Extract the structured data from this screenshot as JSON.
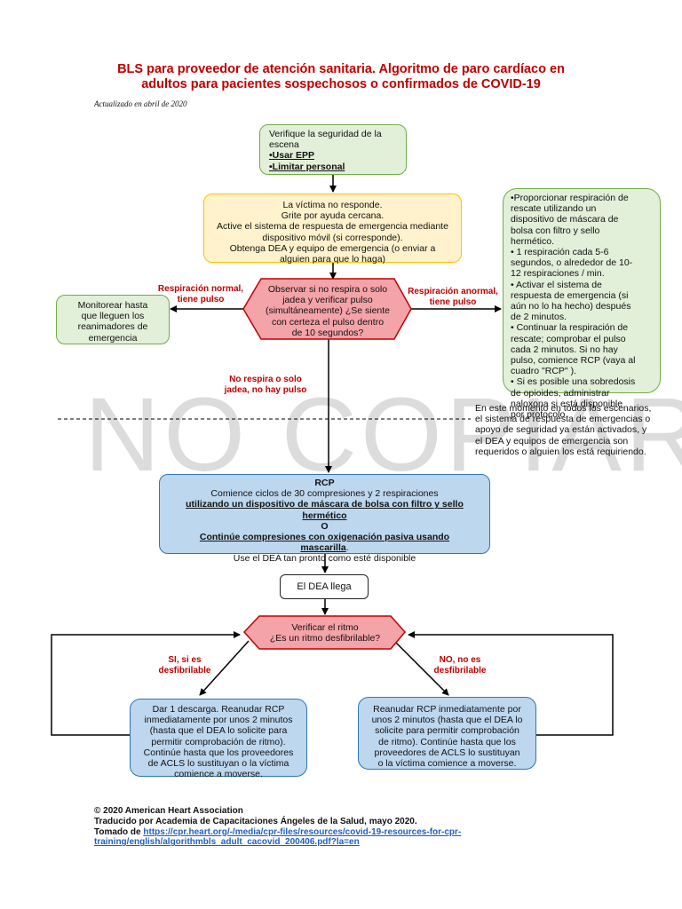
{
  "title": {
    "line1": "BLS para proveedor de atención sanitaria. Algoritmo de paro cardíaco en",
    "line2": "adultos para pacientes sospechosos o confirmados de COVID-19"
  },
  "updated": "Actualizado en abril de 2020",
  "watermark": "NO COPIAR",
  "nodes": {
    "scene_safety": {
      "line1": "Verifique la seguridad de la",
      "line2": "escena",
      "item1": "•Usar EPP",
      "item2": "•Limitar personal"
    },
    "no_response": {
      "line1": "La víctima no responde.",
      "line2": "Grite por ayuda cercana.",
      "line3": "Active el sistema de respuesta de emergencia mediante",
      "line4": "dispositivo móvil (si corresponde).",
      "line5": "Obtenga DEA y equipo de emergencia (o enviar a",
      "line6": "alguien para que lo haga)"
    },
    "check_breathing": {
      "line1": "Observar si no respira o solo",
      "line2": "jadea y verificar pulso",
      "line3": "(simultáneamente) ¿Se siente",
      "line4": "con certeza el pulso dentro",
      "line5": "de 10 segundos?"
    },
    "monitor": {
      "line1": "Monitorear hasta",
      "line2": "que lleguen los",
      "line3": "reanimadores de",
      "line4": "emergencia"
    },
    "rescue_breathing": [
      "•Proporcionar respiración de",
      "rescate utilizando un",
      "dispositivo de máscara de",
      "bolsa con filtro y sello",
      "hermético.",
      "• 1 respiración cada 5-6",
      "segundos, o alrededor de 10-",
      "12 respiraciones / min.",
      "• Activar el sistema de",
      "respuesta de emergencia (si",
      "aún no lo ha hecho) después",
      "de 2 minutos.",
      "• Continuar la respiración de",
      "rescate; comprobar el pulso",
      "cada 2 minutos. Si no hay",
      "pulso, comience RCP (vaya al",
      "cuadro \"RCP\" ).",
      "• Si es posible una sobredosis",
      "de opioides, administrar",
      "naloxona si está disponible",
      "por protocolo"
    ],
    "note": [
      "En este momento en todos los escenarios,",
      "el sistema de respuesta de emergencias o",
      "apoyo de seguridad ya están activados, y",
      "el DEA y equipos de emergencia son",
      "requeridos o alguien los está requiriendo."
    ],
    "rcp": {
      "heading": "RCP",
      "line1": "Comience ciclos de 30 compresiones y 2 respiraciones",
      "line2": "utilizando un dispositivo de máscara de bolsa con filtro y sello",
      "line3": "hermético",
      "line4": "O",
      "line5": "Continúe compresiones con oxigenación pasiva usando",
      "line6": "mascarilla",
      "line6_suffix": ".",
      "line7": "Use el DEA tan pronto como esté disponible"
    },
    "aed_arrives": "El DEA llega",
    "check_rhythm": {
      "line1": "Verificar el ritmo",
      "line2": "¿Es un ritmo desfibrilable?"
    },
    "shockable": {
      "line1": "Dar 1 descarga. Reanudar RCP",
      "line2": "inmediatamente por unos 2 minutos",
      "line3": "(hasta que el DEA lo solicite para",
      "line4": "permitir comprobación de ritmo).",
      "line5": "Continúe hasta que los proveedores",
      "line6": "de ACLS lo sustituyan o la víctima",
      "line7": "comience a moverse."
    },
    "not_shockable": {
      "line1": "Reanudar RCP inmediatamente por",
      "line2": "unos 2 minutos (hasta que el DEA lo",
      "line3": "solicite para permitir comprobación",
      "line4": "de ritmo). Continúe hasta que los",
      "line5": "proveedores de ACLS lo sustituyan",
      "line6": "o la víctima comience a moverse."
    }
  },
  "labels": {
    "normal_breathing": {
      "line1": "Respiración normal,",
      "line2": "tiene pulso"
    },
    "abnormal_breathing": {
      "line1": "Respiración anormal,",
      "line2": "tiene pulso"
    },
    "no_breathing": {
      "line1": "No respira o solo",
      "line2": "jadea, no hay pulso"
    },
    "yes_shockable": {
      "line1": "SI, si es",
      "line2": "desfibrilable"
    },
    "no_shockable": {
      "line1": "NO, no es",
      "line2": "desfibrilable"
    }
  },
  "footer": {
    "copyright": "© 2020 American Heart Association",
    "translated": "Traducido por Academia de Capacitaciones Ángeles de la Salud, mayo 2020.",
    "source_prefix": "Tomado de ",
    "source_url_line1": "https://cpr.heart.org/-/media/cpr-files/resources/covid-19-resources-for-cpr-",
    "source_url_line2": "training/english/algorithmbls_adult_cacovid_200406.pdf?la=en"
  },
  "colors": {
    "title_red": "#c00000",
    "green_fill": "#e2efd9",
    "green_border": "#70ad47",
    "yellow_fill": "#fff2cc",
    "yellow_border": "#ffc000",
    "blue_fill": "#bdd7ee",
    "blue_border": "#2e75b6",
    "hex_fill": "#f4a3a8",
    "hex_border": "#c00000",
    "link_blue": "#1f5fbf"
  }
}
